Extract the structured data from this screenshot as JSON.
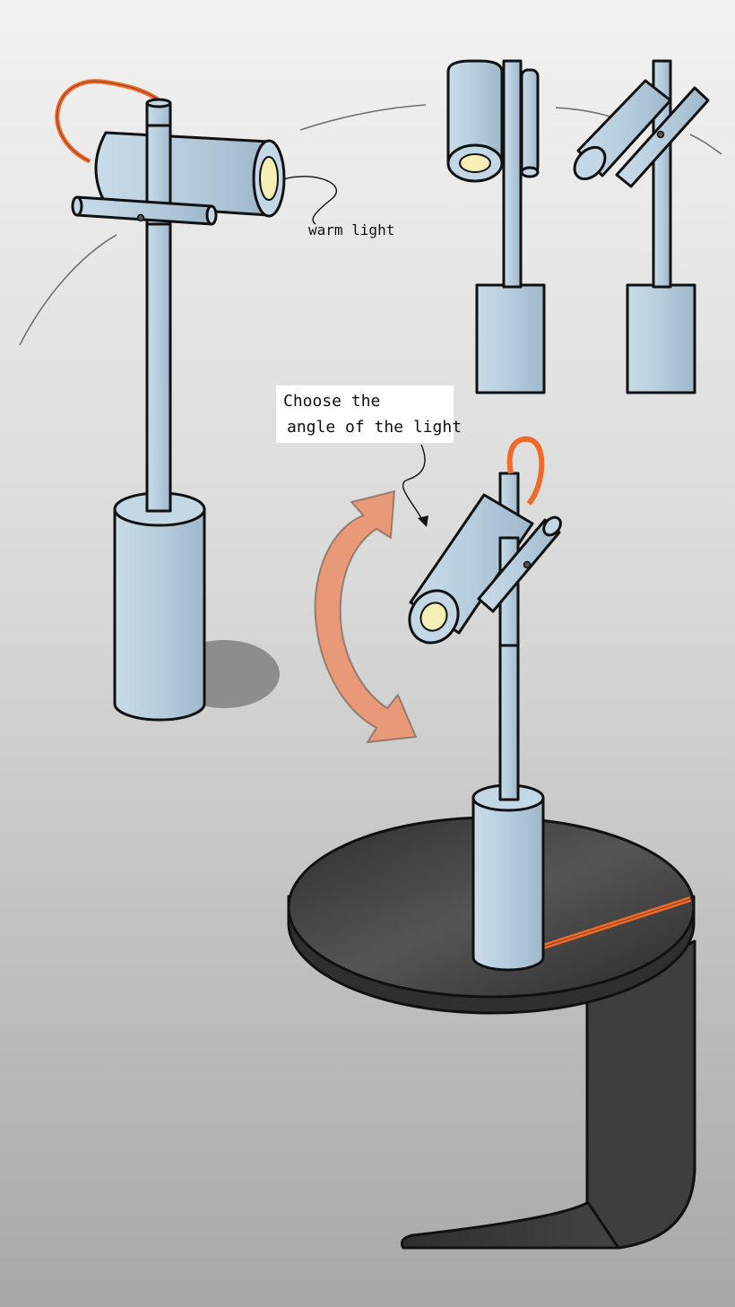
{
  "annotations": {
    "warm_light": "warm light",
    "choose_angle_line1": "Choose the",
    "choose_angle_line2": "angle of the light"
  },
  "colors": {
    "background_top": "#f1f1f1",
    "background_bottom": "#a9a9a9",
    "lamp_metal": "#b8cfe0",
    "lamp_metal_dark": "#93aebe",
    "cable_orange": "#f26a2a",
    "arrow_peach": "#e89a78",
    "table_dark": "#3c3c3c",
    "bulb_warm": "#f5efb5",
    "outline": "#111111"
  },
  "drawings": [
    {
      "name": "lamp-front-view",
      "description_visible": false
    },
    {
      "name": "lamp-head-closeup-upright",
      "description_visible": false
    },
    {
      "name": "lamp-head-closeup-tilted",
      "description_visible": false
    },
    {
      "name": "lamp-on-side-table",
      "description_visible": false
    }
  ]
}
